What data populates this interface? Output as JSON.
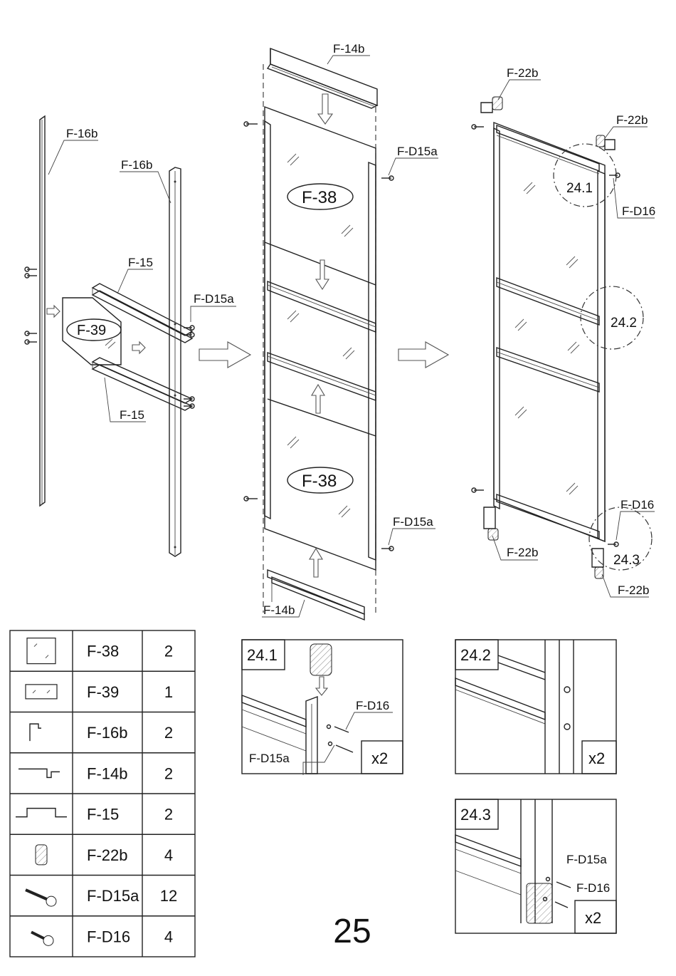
{
  "page_number": "25",
  "labels": {
    "f16b_left": "F-16b",
    "f16b_right": "F-16b",
    "f15_top": "F-15",
    "f15_bottom": "F-15",
    "f39": "F-39",
    "fd15a_left": "F-D15a",
    "f14b_top": "F-14b",
    "f14b_bottom": "F-14b",
    "f38_top": "F-38",
    "f38_bottom": "F-38",
    "fd15a_mid_top": "F-D15a",
    "fd15a_mid_bottom": "F-D15a",
    "f22b_top_left": "F-22b",
    "f22b_top_right": "F-22b",
    "fd16_top": "F-D16",
    "fd16_bottom": "F-D16",
    "f22b_bottom_left": "F-22b",
    "f22b_bottom_right": "F-22b",
    "circle_241": "24.1",
    "circle_242": "24.2",
    "circle_243": "24.3"
  },
  "details": {
    "d241": {
      "title": "24.1",
      "label_a": "F-D16",
      "label_b": "F-D15a",
      "count": "x2"
    },
    "d242": {
      "title": "24.2",
      "count": "x2"
    },
    "d243": {
      "title": "24.3",
      "label_a": "F-D15a",
      "label_b": "F-D16",
      "count": "x2"
    }
  },
  "parts_table": [
    {
      "icon": "glass-panel-icon",
      "code": "F-38",
      "qty": "2"
    },
    {
      "icon": "small-glass-panel-icon",
      "code": "F-39",
      "qty": "1"
    },
    {
      "icon": "vertical-profile-icon",
      "code": "F-16b",
      "qty": "2"
    },
    {
      "icon": "top-track-profile-icon",
      "code": "F-14b",
      "qty": "2"
    },
    {
      "icon": "middle-rail-profile-icon",
      "code": "F-15",
      "qty": "2"
    },
    {
      "icon": "roller-wheel-icon",
      "code": "F-22b",
      "qty": "4"
    },
    {
      "icon": "long-screw-icon",
      "code": "F-D15a",
      "qty": "12"
    },
    {
      "icon": "short-screw-icon",
      "code": "F-D16",
      "qty": "4"
    }
  ]
}
